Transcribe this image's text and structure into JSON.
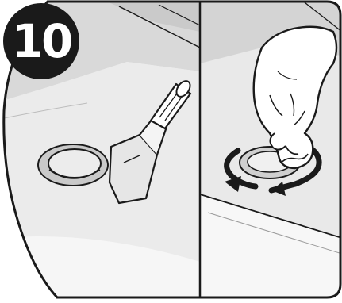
{
  "step": {
    "number": "10"
  },
  "panels": [
    {
      "id": "left",
      "depicts": "putty-knife-scraping-drain-ring"
    },
    {
      "id": "right",
      "depicts": "hand-twisting-drain-cleaning-with-circular-arrows"
    }
  ],
  "icons": [
    "putty-knife-icon",
    "drain-ring-icon",
    "hand-icon",
    "rotate-arrows-icon"
  ],
  "colors": {
    "outline": "#1a1a1a",
    "sink_light": "#f1f1f1",
    "sink_mid": "#e2e2e2",
    "sink_dark": "#d2d2d2",
    "badge": "#1a1a1a"
  }
}
